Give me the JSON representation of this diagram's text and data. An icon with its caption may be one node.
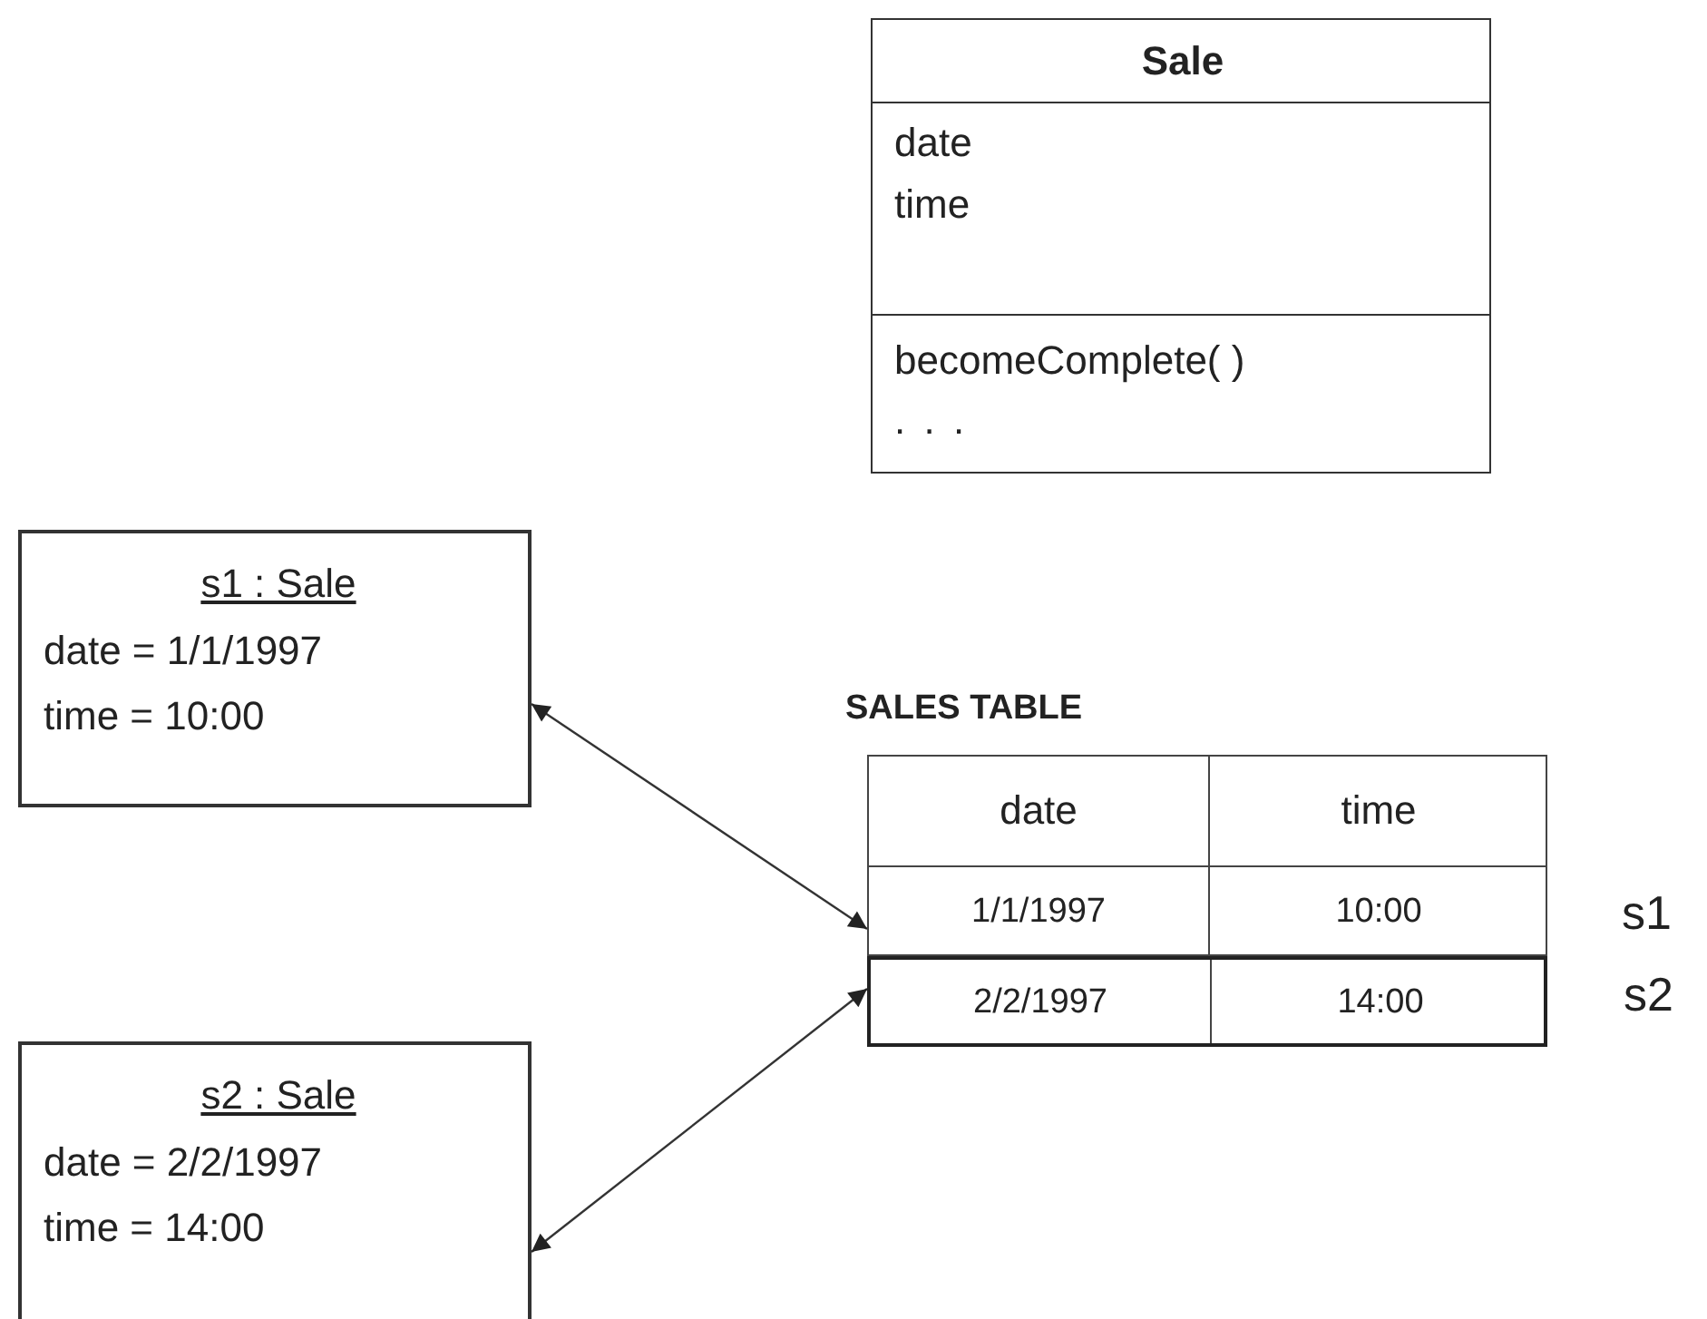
{
  "diagram": {
    "nodes": [
      {
        "text": [
          "Sale",
          "date",
          "time",
          "becomeComplete( )",
          ". . ."
        ]
      },
      {
        "text": [
          "s1 : Sale",
          "date = 1/1/1997",
          "time = 10:00"
        ]
      },
      {
        "text": [
          "SALES TABLE"
        ]
      },
      {
        "text": [
          "date",
          "time"
        ],
        "in": 2
      },
      {
        "text": [
          "1/1/1997",
          "10:00"
        ],
        "in": 2,
        "beside": [
          "s1"
        ]
      },
      {
        "text": [
          "2/2/1997",
          "14:00"
        ],
        "in": 2,
        "beside": [
          "s2"
        ]
      },
      {
        "text": [
          "s2 : Sale",
          "date = 2/2/1997",
          "time = 14:00"
        ]
      }
    ],
    "edges": [
      {
        "from": 1,
        "to": 4,
        "arrow": "both"
      },
      {
        "from": 6,
        "to": 5,
        "arrow": "both"
      }
    ]
  }
}
